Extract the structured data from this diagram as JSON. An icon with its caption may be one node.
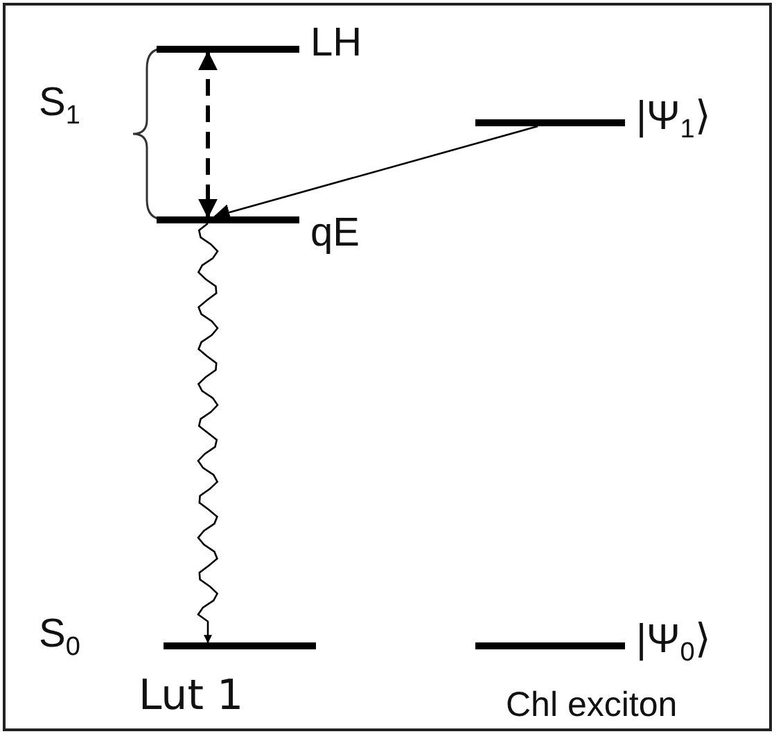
{
  "diagram": {
    "nodes": [
      {
        "text": [],
        "shape": "bar",
        "beside": [
          "LH"
        ]
      },
      {
        "text": [],
        "shape": "bar",
        "beside": [
          "|Ψ$_{1}$⟩"
        ]
      },
      {
        "text": [],
        "shape": "bar",
        "beside": [
          "qE"
        ]
      },
      {
        "text": [],
        "shape": "bar",
        "beside": [
          "S$_{0}$"
        ]
      },
      {
        "text": [],
        "shape": "bar",
        "beside": [
          "|Ψ$_{0}$⟩"
        ]
      }
    ],
    "edges": [
      {
        "from": 0,
        "to": 2,
        "arrow": "both",
        "style": "dashed"
      },
      {
        "from": 1,
        "to": 2,
        "arrow": "to"
      },
      {
        "from": 2,
        "to": 3,
        "arrow": "to"
      }
    ],
    "labels": [
      "S$_{1}$",
      "Lut 1",
      "Chl exciton"
    ]
  }
}
